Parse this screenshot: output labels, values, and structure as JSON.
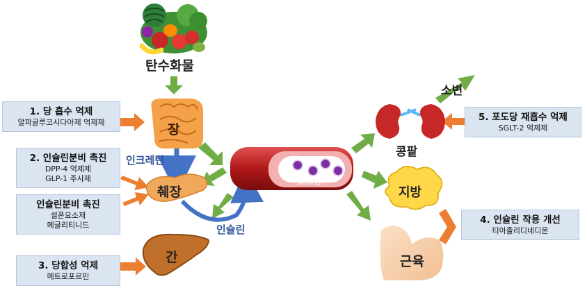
{
  "top": {
    "carbs_label": "탄수화물"
  },
  "organs": {
    "intestine": "장",
    "pancreas": "췌장",
    "liver": "간",
    "kidney": "콩팥",
    "fat": "지방",
    "muscle": "근육",
    "blood_glucose": "포도당",
    "urine": "소변"
  },
  "hormones": {
    "incretin": "인크레틴",
    "insulin": "인슐린"
  },
  "boxes": {
    "b1": {
      "title": "1. 당 흡수 억제",
      "sub": "알파글루코시다아제 억제제"
    },
    "b2": {
      "title": "2. 인슐린분비 촉진",
      "sub1": "DPP-4 억제제",
      "sub2": "GLP-1 주사제"
    },
    "b2b": {
      "title": "인슐린분비 촉진",
      "sub1": "설폰요소제",
      "sub2": "메글리티니드"
    },
    "b3": {
      "title": "3. 당합성 억제",
      "sub": "메트로포르민"
    },
    "b4": {
      "title": "4. 인슐린 작용 개선",
      "sub": "티아졸리디네디온"
    },
    "b5": {
      "title": "5. 포도당 재흡수 억제",
      "sub": "SGLT-2 억제제"
    }
  },
  "colors": {
    "green": "#70ad47",
    "orange": "#ed7d31",
    "blue": "#4472c4",
    "box_fill": "#dbe5f1"
  }
}
